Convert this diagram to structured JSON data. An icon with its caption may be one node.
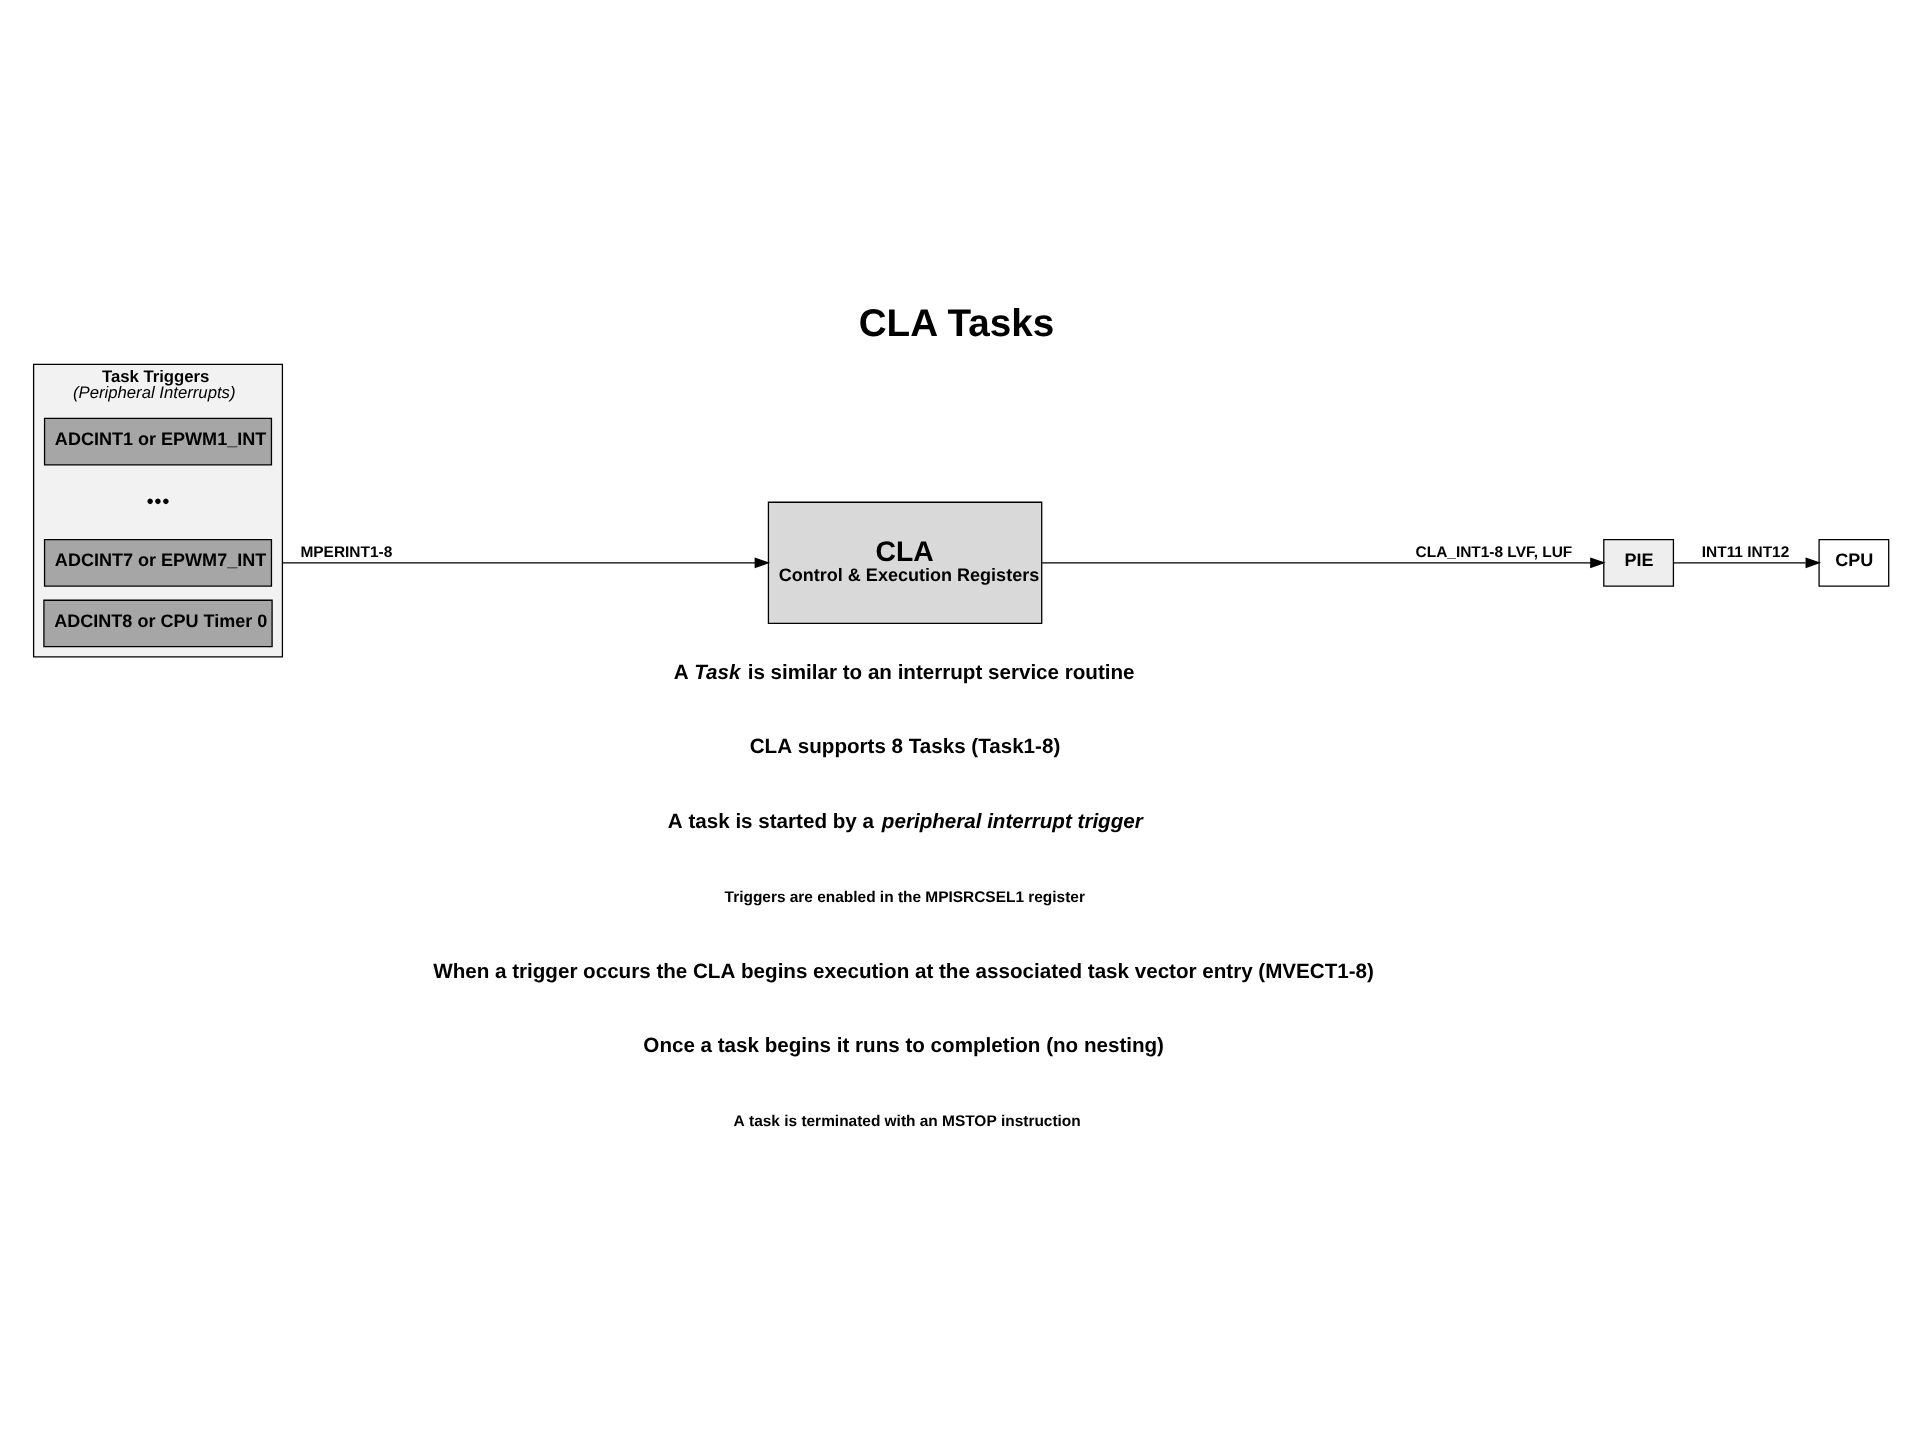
{
  "diagram": {
    "title": "CLA Tasks",
    "nodes": [
      {
        "text": [
          "Task Triggers",
          "(Peripheral Interrupts)"
        ]
      },
      {
        "text": [
          "ADCINT1 or EPWM1_INT"
        ],
        "in": 0
      },
      {
        "text": [
          "ADCINT7 or EPWM7_INT"
        ],
        "in": 0
      },
      {
        "text": [
          "ADCINT8 or CPU Timer 0"
        ],
        "in": 0
      },
      {
        "text": [
          "CLA",
          "Control & Execution Registers"
        ]
      },
      {
        "text": [
          "PIE"
        ]
      },
      {
        "text": [
          "CPU"
        ]
      }
    ],
    "edges": [
      {
        "from": 0,
        "to": 4,
        "arrow": "to",
        "label": "MPERINT1-8"
      },
      {
        "from": 4,
        "to": 5,
        "arrow": "to",
        "label": "CLA_INT1-8 LVF, LUF"
      },
      {
        "from": 5,
        "to": 6,
        "arrow": "to",
        "label": "INT11 INT12"
      }
    ],
    "labels": [
      "●●●",
      "A *Task* is similar to an interrupt service routine",
      "CLA supports 8 Tasks (Task1-8)",
      "A task is started by a *peripheral interrupt trigger*",
      "Triggers are enabled in the MPISRCSEL1 register",
      "When a trigger occurs the CLA begins execution at the associated task vector entry (MVECT1-8)",
      "Once a task begins it runs to completion (no nesting)",
      "A task is terminated with an MSTOP instruction"
    ]
  }
}
